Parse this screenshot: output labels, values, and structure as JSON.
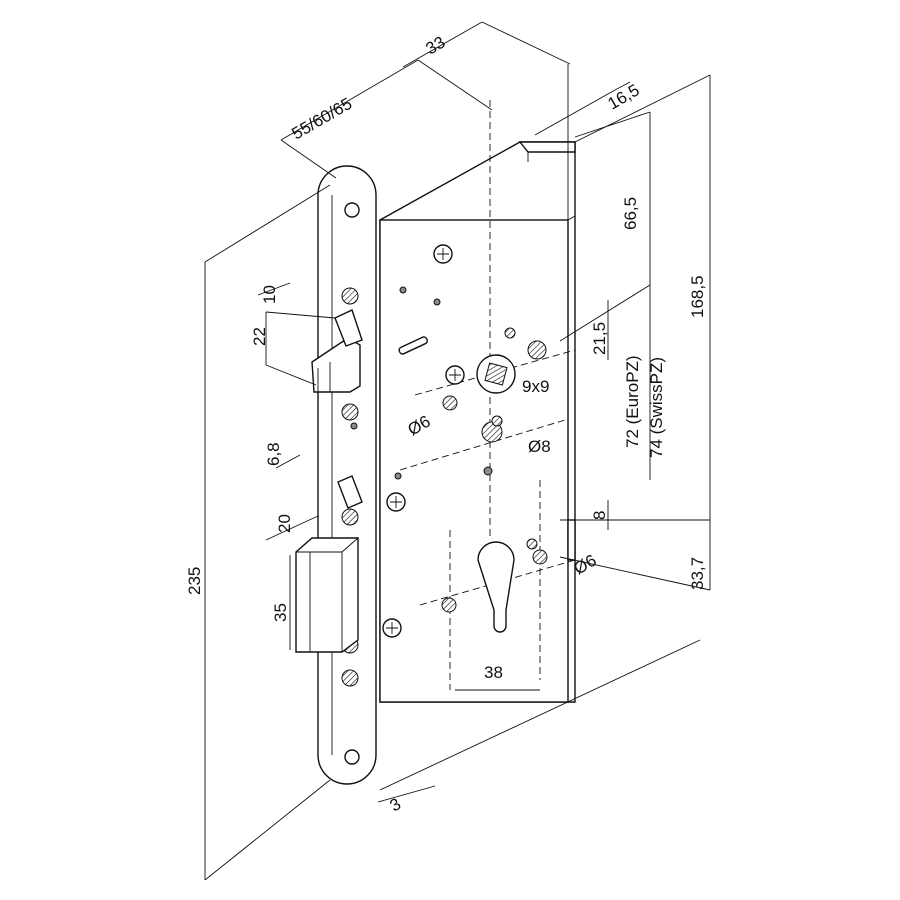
{
  "dimensions": {
    "backset_options": "55/60/65",
    "face_depth": "33",
    "face_offset": "16,5",
    "top_to_follower": "66,5",
    "overall_height_case": "168,5",
    "follower_to_hole": "21,5",
    "spindle": "9x9",
    "pz_distance_line1": "72 (EuroPZ)",
    "pz_distance_line2": "74 (SwissPZ)",
    "hole_d6_left": "Ø6",
    "hole_d8": "Ø8",
    "hole_d6_right": "Ø6",
    "cylinder_offset": "8",
    "cylinder_to_bottom": "33,7",
    "cylinder_spacing": "38",
    "faceplate_thickness": "3",
    "overall_faceplate_height": "235",
    "latch_projection": "10",
    "latch_height": "22",
    "aux_latch": "6,8",
    "deadbolt_projection": "20",
    "deadbolt_height": "35"
  }
}
